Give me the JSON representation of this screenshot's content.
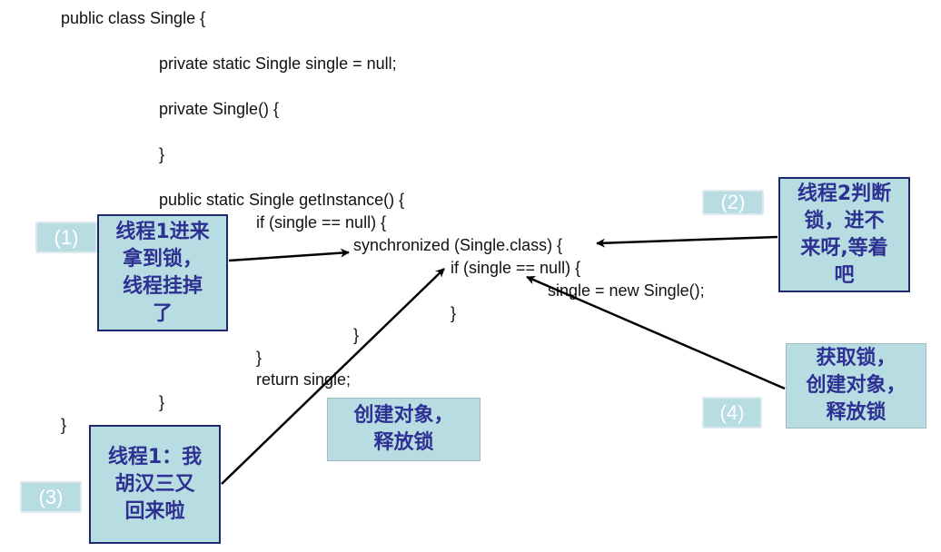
{
  "code_lines": [
    "public class Single {",
    "private static Single single = null;",
    "private Single() {",
    "}",
    "public static Single getInstance() {",
    "if (single == null) {",
    "synchronized (Single.class) {",
    "if (single == null) {",
    "single = new Single();",
    "}",
    "}",
    "}",
    "return single;",
    "}",
    "}"
  ],
  "step_tags": [
    "(1)",
    "(2)",
    "(3)",
    "(4)"
  ],
  "notes": {
    "thread1_enter": "线程1进来\n拿到锁，\n线程挂掉\n了",
    "thread2_judge": "线程2判断\n锁，进不\n来呀,等着\n吧",
    "create_release_mid": "创建对象，\n释放锁",
    "thread1_back": "线程1：我\n胡汉三又\n回来啦",
    "acquire_create_release": "获取锁，\n创建对象，\n释放锁"
  },
  "colors": {
    "note_text": "#2e3192",
    "note_fill": "#b7dde3",
    "note_border": "#1f2a6e",
    "tag_fill": "#b7dde3",
    "arrow": "#000000"
  }
}
